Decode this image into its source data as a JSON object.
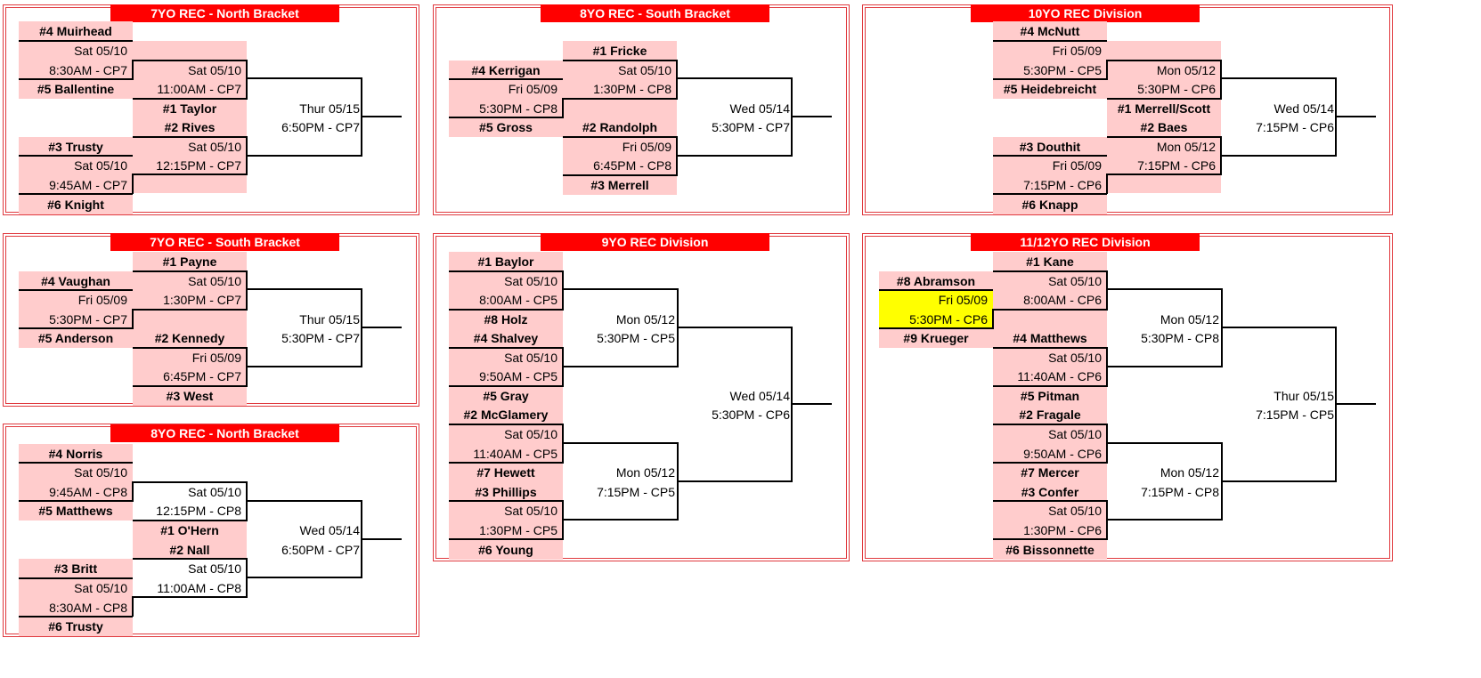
{
  "panels": {
    "n7": {
      "title": "7YO REC - North Bracket",
      "t1": "#4 Muirhead",
      "g1d": "Sat 05/10",
      "g1t": "8:30AM - CP7",
      "t2": "#5 Ballentine",
      "s1d": "Sat 05/10",
      "s1t": "11:00AM - CP7",
      "t3": "#1 Taylor",
      "t4": "#2 Rives",
      "s2d": "Sat 05/10",
      "s2t": "12:15PM - CP7",
      "t5": "#3 Trusty",
      "g2d": "Sat 05/10",
      "g2t": "9:45AM - CP7",
      "t6": "#6 Knight",
      "fd": "Thur 05/15",
      "ft": "6:50PM - CP7"
    },
    "s8": {
      "title": "8YO REC - South Bracket",
      "t1": "#1 Fricke",
      "t2": "#4 Kerrigan",
      "s1d": "Sat 05/10",
      "g1d": "Fri 05/09",
      "s1t": "1:30PM - CP8",
      "g1t": "5:30PM - CP8",
      "t3": "#5 Gross",
      "t4": "#2 Randolph",
      "s2d": "Fri 05/09",
      "s2t": "6:45PM - CP8",
      "t5": "#3 Merrell",
      "fd": "Wed 05/14",
      "ft": "5:30PM - CP7"
    },
    "d10": {
      "title": "10YO REC Division",
      "t1": "#4 McNutt",
      "g1d": "Fri 05/09",
      "g1t": "5:30PM - CP5",
      "t2": "#5 Heidebreicht",
      "s1d": "Mon 05/12",
      "s1t": "5:30PM - CP6",
      "t3": "#1 Merrell/Scott",
      "t4": "#2 Baes",
      "s2d": "Mon 05/12",
      "s2t": "7:15PM - CP6",
      "t5": "#3 Douthit",
      "g2d": "Fri 05/09",
      "g2t": "7:15PM - CP6",
      "t6": "#6 Knapp",
      "fd": "Wed 05/14",
      "ft": "7:15PM - CP6"
    },
    "s7": {
      "title": "7YO REC - South Bracket",
      "t1": "#1 Payne",
      "t2": "#4 Vaughan",
      "s1d": "Sat 05/10",
      "g1d": "Fri 05/09",
      "s1t": "1:30PM - CP7",
      "g1t": "5:30PM - CP7",
      "t3": "#5 Anderson",
      "t4": "#2 Kennedy",
      "s2d": "Fri 05/09",
      "s2t": "6:45PM - CP7",
      "t5": "#3 West",
      "fd": "Thur 05/15",
      "ft": "5:30PM - CP7"
    },
    "n8": {
      "title": "8YO REC - North Bracket",
      "t1": "#4 Norris",
      "g1d": "Sat 05/10",
      "g1t": "9:45AM - CP8",
      "t2": "#5 Matthews",
      "s1d": "Sat 05/10",
      "s1t": "12:15PM - CP8",
      "t3": "#1 O'Hern",
      "t4": "#2 Nall",
      "s2d": "Sat 05/10",
      "s2t": "11:00AM - CP8",
      "t5": "#3 Britt",
      "g2d": "Sat 05/10",
      "g2t": "8:30AM - CP8",
      "t6": "#6 Trusty",
      "fd": "Wed 05/14",
      "ft": "6:50PM - CP7"
    },
    "d9": {
      "title": "9YO REC Division",
      "a1": "#1 Baylor",
      "ag1d": "Sat 05/10",
      "ag1t": "8:00AM - CP5",
      "a2": "#8 Holz",
      "a3": "#4 Shalvey",
      "ag2d": "Sat 05/10",
      "ag2t": "9:50AM - CP5",
      "a4": "#5 Gray",
      "a5": "#2 McGlamery",
      "ag3d": "Sat 05/10",
      "ag3t": "11:40AM - CP5",
      "a6": "#7 Hewett",
      "a7": "#3 Phillips",
      "ag4d": "Sat 05/10",
      "ag4t": "1:30PM - CP5",
      "a8": "#6 Young",
      "sf1d": "Mon 05/12",
      "sf1t": "5:30PM - CP5",
      "sf2d": "Mon 05/12",
      "sf2t": "7:15PM - CP5",
      "fd": "Wed 05/14",
      "ft": "5:30PM - CP6"
    },
    "d11": {
      "title": "11/12YO REC Division",
      "b1": "#1 Kane",
      "p1": "#8 Abramson",
      "pgd": "Fri 05/09",
      "pgt": "5:30PM - CP6",
      "p2": "#9 Krueger",
      "bg1d": "Sat 05/10",
      "bg1t": "8:00AM - CP6",
      "b3": "#4 Matthews",
      "bg2d": "Sat 05/10",
      "bg2t": "11:40AM - CP6",
      "b4": "#5 Pitman",
      "b5": "#2 Fragale",
      "bg3d": "Sat 05/10",
      "bg3t": "9:50AM - CP6",
      "b6": "#7 Mercer",
      "b7": "#3 Confer",
      "bg4d": "Sat 05/10",
      "bg4t": "1:30PM - CP6",
      "b8": "#6 Bissonnette",
      "sf1d": "Mon 05/12",
      "sf1t": "5:30PM - CP8",
      "sf2d": "Mon 05/12",
      "sf2t": "7:15PM - CP8",
      "fd": "Thur 05/15",
      "ft": "7:15PM - CP5"
    }
  },
  "colors": {
    "title_bg": "#ff0000",
    "cell_bg": "#ffcccc",
    "highlight": "#ffff00",
    "border": "#e0393e"
  }
}
